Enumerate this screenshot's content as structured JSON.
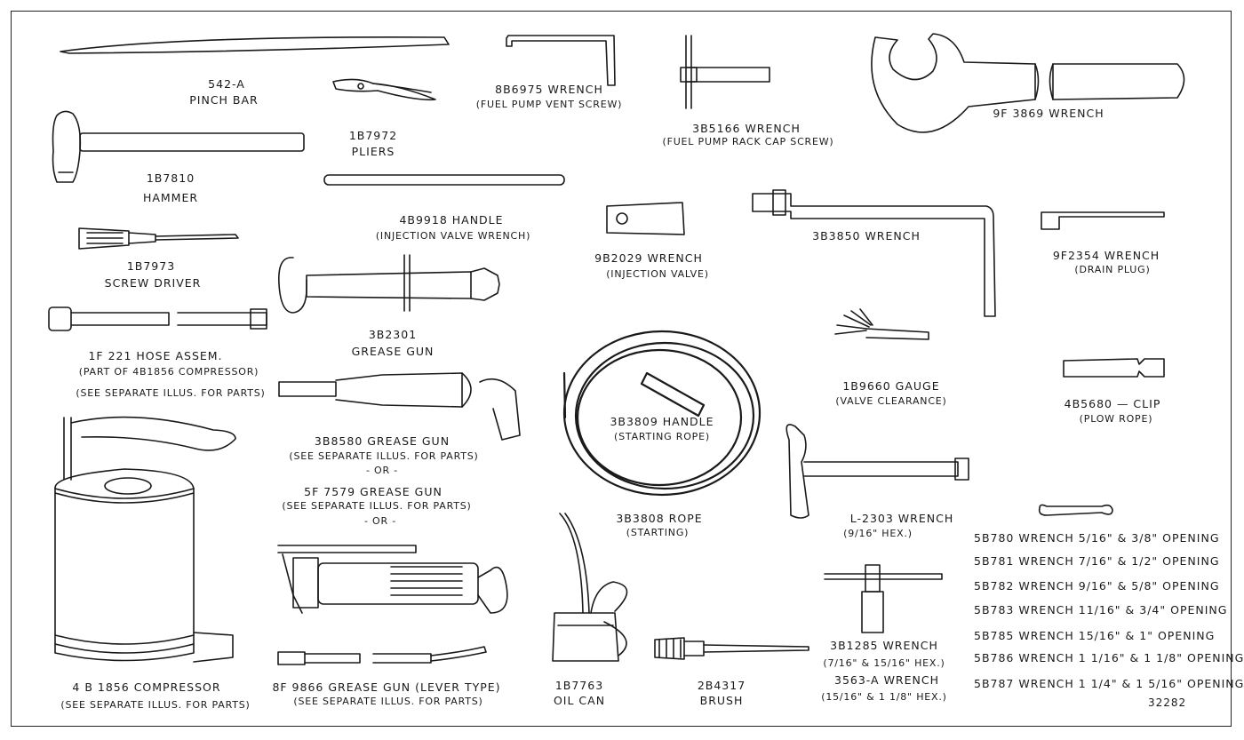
{
  "tools": {
    "pinch_bar": {
      "number": "542-A",
      "name": "PINCH BAR"
    },
    "pliers": {
      "number": "1B7972",
      "name": "PLIERS"
    },
    "wrench_8b6975": {
      "name": "8B6975 WRENCH",
      "note": "(FUEL PUMP VENT SCREW)"
    },
    "wrench_3b5166": {
      "name": "3B5166 WRENCH",
      "note": "(FUEL PUMP RACK CAP SCREW)"
    },
    "wrench_9f3869": {
      "name": "9F 3869 WRENCH"
    },
    "hammer": {
      "number": "1B7810",
      "name": "HAMMER"
    },
    "handle_4b9918": {
      "name": "4B9918 HANDLE",
      "note": "(INJECTION VALVE WRENCH)"
    },
    "wrench_9b2029": {
      "name": "9B2029 WRENCH",
      "note": "(INJECTION VALVE)"
    },
    "wrench_3b3850": {
      "name": "3B3850 WRENCH"
    },
    "wrench_9f2354": {
      "name": "9F2354 WRENCH",
      "note": "(DRAIN PLUG)"
    },
    "screw_driver": {
      "number": "1B7973",
      "name": "SCREW DRIVER"
    },
    "grease_gun_3b2301": {
      "number": "3B2301",
      "name": "GREASE GUN"
    },
    "hose_assem": {
      "name": "1F 221 HOSE ASSEM.",
      "note1": "(PART OF 4B1856 COMPRESSOR)",
      "note2": "(SEE SEPARATE ILLUS. FOR PARTS)"
    },
    "gauge": {
      "name": "1B9660 GAUGE",
      "note": "(VALVE CLEARANCE)"
    },
    "clip": {
      "name": "4B5680 — CLIP",
      "note": "(PLOW ROPE)"
    },
    "handle_3b3809": {
      "name": "3B3809 HANDLE",
      "note": "(STARTING ROPE)"
    },
    "grease_gun_3b8580": {
      "name": "3B8580 GREASE GUN",
      "note": "(SEE SEPARATE ILLUS. FOR PARTS)",
      "or": "- OR -"
    },
    "grease_gun_5f7579": {
      "name": "5F 7579 GREASE GUN",
      "note": "(SEE SEPARATE ILLUS. FOR PARTS)",
      "or": "- OR -"
    },
    "rope": {
      "name": "3B3808 ROPE",
      "note": "(STARTING)"
    },
    "wrench_l2303": {
      "name": "L-2303 WRENCH",
      "note": "(9/16\" HEX.)"
    },
    "compressor": {
      "name": "4 B 1856 COMPRESSOR",
      "note": "(SEE SEPARATE ILLUS. FOR PARTS)"
    },
    "grease_gun_8f9866": {
      "name": "8F 9866 GREASE GUN (LEVER TYPE)",
      "note": "(SEE SEPARATE ILLUS. FOR PARTS)"
    },
    "oil_can": {
      "number": "1B7763",
      "name": "OIL CAN"
    },
    "brush": {
      "number": "2B4317",
      "name": "BRUSH"
    },
    "wrench_3b1285": {
      "name": "3B1285 WRENCH",
      "note": "(7/16\" & 15/16\" HEX.)"
    },
    "wrench_3563a": {
      "name": "3563-A WRENCH",
      "note": "(15/16\" & 1 1/8\" HEX.)"
    }
  },
  "open_end_wrenches": [
    {
      "number": "5B780",
      "label": "WRENCH",
      "sizes": "5/16\" & 3/8\"",
      "opening": "OPENING"
    },
    {
      "number": "5B781",
      "label": "WRENCH",
      "sizes": "7/16\" & 1/2\"",
      "opening": "OPENING"
    },
    {
      "number": "5B782",
      "label": "WRENCH",
      "sizes": "9/16\" & 5/8\"",
      "opening": "OPENING"
    },
    {
      "number": "5B783",
      "label": "WRENCH",
      "sizes": "11/16\" & 3/4\"",
      "opening": "OPENING"
    },
    {
      "number": "5B785",
      "label": "WRENCH",
      "sizes": "15/16\" & 1\"",
      "opening": "OPENING"
    },
    {
      "number": "5B786",
      "label": "WRENCH",
      "sizes": "1 1/16\" & 1 1/8\"",
      "opening": "OPENING"
    },
    {
      "number": "5B787",
      "label": "WRENCH",
      "sizes": "1 1/4\" & 1 5/16\"",
      "opening": "OPENING"
    }
  ],
  "reference": "32282"
}
